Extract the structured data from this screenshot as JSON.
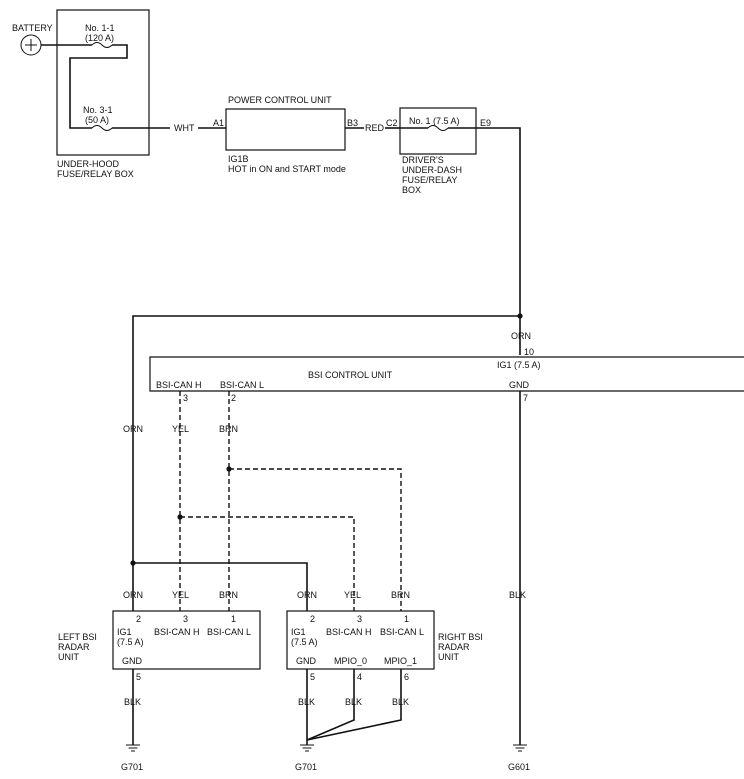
{
  "battery": {
    "label": "BATTERY"
  },
  "underhood_box": {
    "name_line1": "UNDER-HOOD",
    "name_line2": "FUSE/RELAY BOX",
    "fuse_a_label": "No. 1-1",
    "fuse_a_rating": "(120 A)",
    "fuse_b_label": "No. 3-1",
    "fuse_b_rating": "(50 A)"
  },
  "pcu": {
    "title": "POWER CONTROL UNIT",
    "pin_in": "A1",
    "pin_out": "B3",
    "desc_line1": "IG1B",
    "desc_line2": "HOT in ON and START mode"
  },
  "underdash_box": {
    "pin_in": "C2",
    "pin_out": "E9",
    "fuse_label": "No. 1 (7.5 A)",
    "name_line1": "DRIVER'S",
    "name_line2": "UNDER-DASH",
    "name_line3": "FUSE/RELAY",
    "name_line4": "BOX"
  },
  "bsi_control": {
    "title": "BSI CONTROL UNIT",
    "ig1_pin": "10",
    "ig1_label": "IG1 (7.5 A)",
    "can_h_label": "BSI-CAN H",
    "can_h_pin": "3",
    "can_l_label": "BSI-CAN L",
    "can_l_pin": "2",
    "gnd_label": "GND",
    "gnd_pin": "7"
  },
  "left_radar": {
    "name_line1": "LEFT BSI",
    "name_line2": "RADAR",
    "name_line3": "UNIT",
    "ig1_line1": "IG1",
    "ig1_line2": "(7.5 A)",
    "ig1_pin": "2",
    "can_h_label": "BSI-CAN H",
    "can_h_pin": "3",
    "can_l_label": "BSI-CAN L",
    "can_l_pin": "1",
    "gnd_label": "GND",
    "gnd_pin": "5"
  },
  "right_radar": {
    "name_line1": "RIGHT BSI",
    "name_line2": "RADAR",
    "name_line3": "UNIT",
    "ig1_line1": "IG1",
    "ig1_line2": "(7.5 A)",
    "ig1_pin": "2",
    "can_h_label": "BSI-CAN H",
    "can_h_pin": "3",
    "can_l_label": "BSI-CAN L",
    "can_l_pin": "1",
    "gnd_label": "GND",
    "gnd_pin": "5",
    "mpio0_label": "MPIO_0",
    "mpio0_pin": "4",
    "mpio1_label": "MPIO_1",
    "mpio1_pin": "6"
  },
  "wires": {
    "wht": "WHT",
    "red": "RED",
    "orn": "ORN",
    "yel": "YEL",
    "brn": "BRN",
    "blk": "BLK"
  },
  "grounds": {
    "g701_left": "G701",
    "g701_right": "G701",
    "g601": "G601"
  }
}
